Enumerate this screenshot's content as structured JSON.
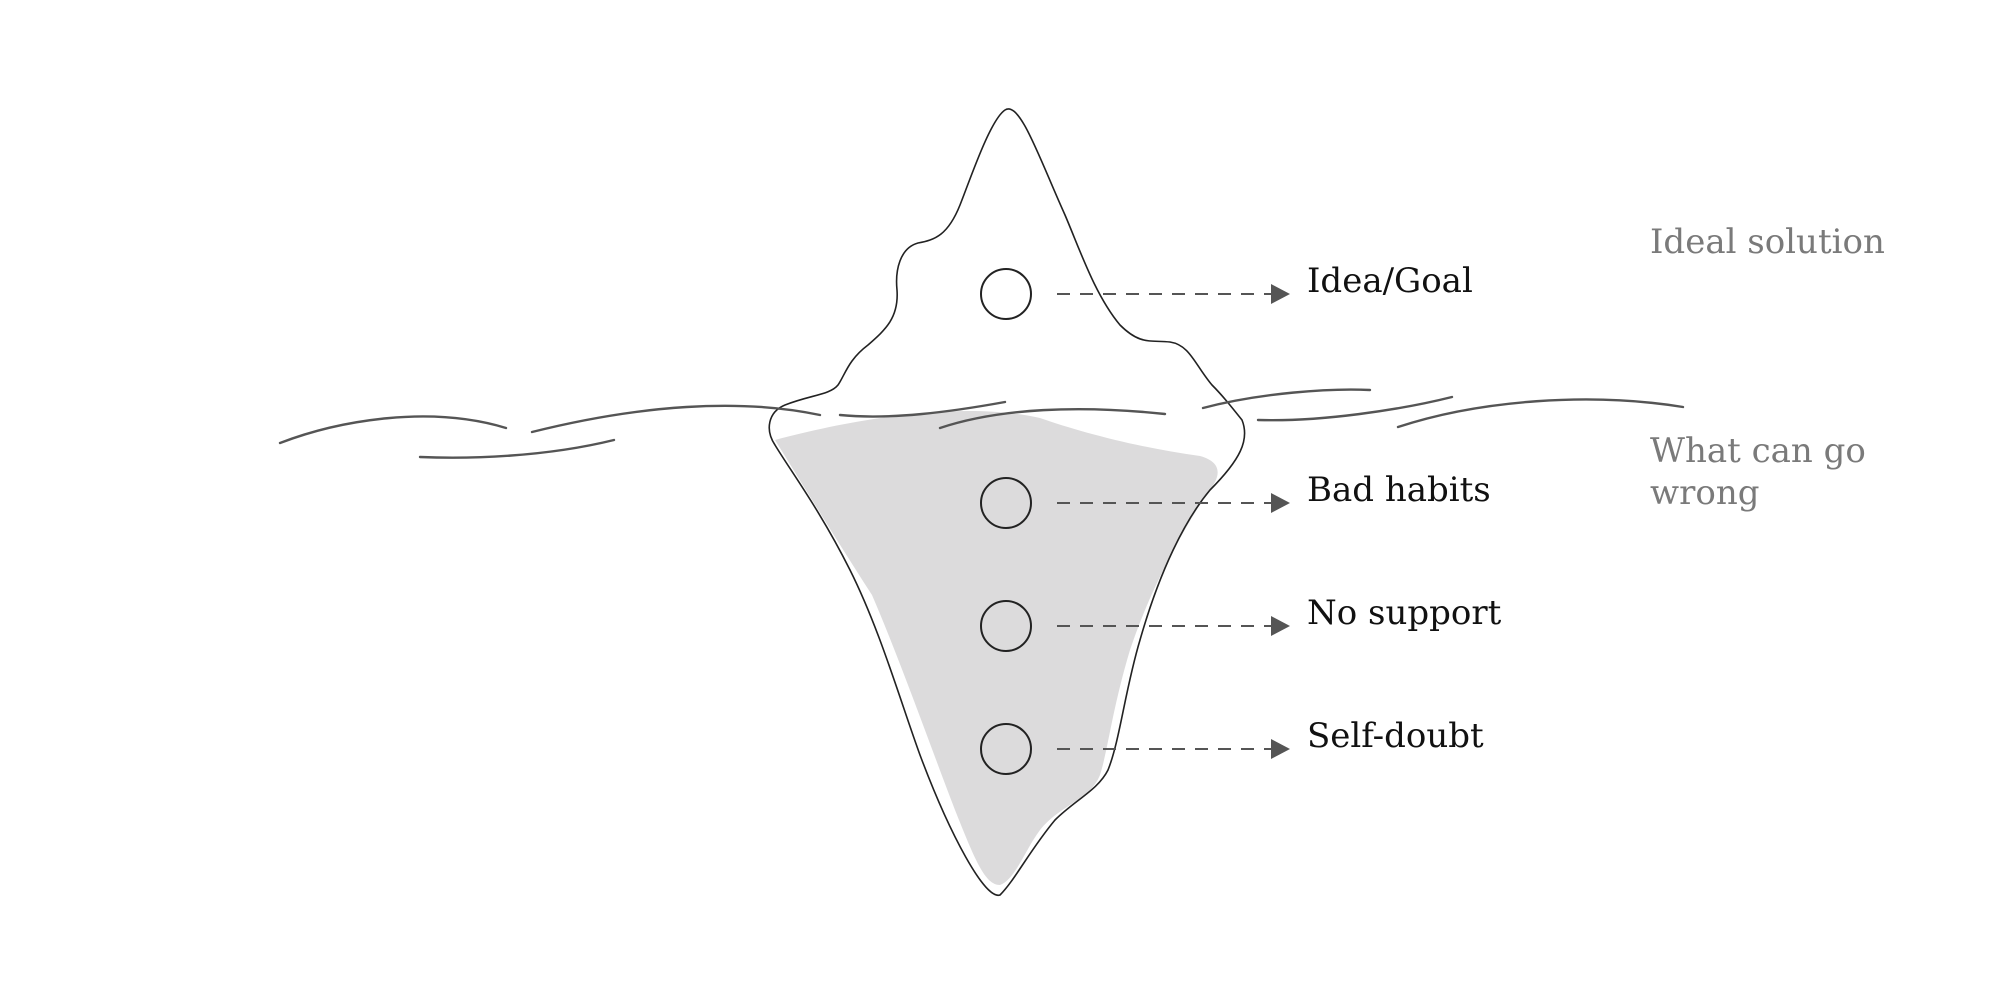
{
  "iceberg": {
    "items": [
      {
        "label": "Idea/Goal"
      },
      {
        "label": "Bad habits"
      },
      {
        "label": "No support"
      },
      {
        "label": "Self-doubt"
      }
    ]
  },
  "side_labels": {
    "top": "Ideal solution",
    "bottom": "What can go wrong"
  },
  "colors": {
    "outline": "#222222",
    "water_line": "#555555",
    "underwater_fill": "#dcdbdc",
    "arrow": "#555555",
    "item_text": "#111111",
    "side_text": "#7a7a7a"
  }
}
